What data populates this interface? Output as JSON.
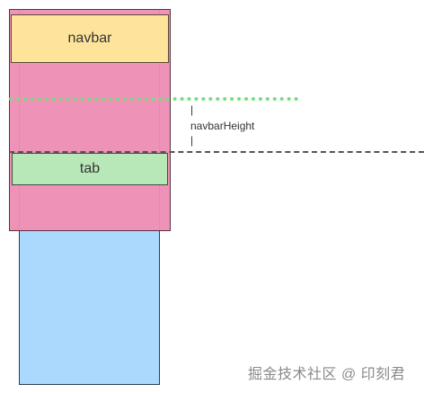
{
  "diagram": {
    "navbar": {
      "label": "navbar"
    },
    "tab": {
      "label": "tab"
    },
    "annotation": {
      "tick_top": "|",
      "label": "navbarHeight",
      "tick_bottom": "|"
    },
    "colors": {
      "navbar_fill": "#fee49a",
      "tab_fill": "#b9e8b8",
      "container_fill": "#ef92b8",
      "content_fill": "#abd8fd",
      "dotted_line": "#77dd7e",
      "dashed_line": "#555555"
    }
  },
  "watermark": {
    "text": "掘金技术社区 @ 印刻君"
  }
}
